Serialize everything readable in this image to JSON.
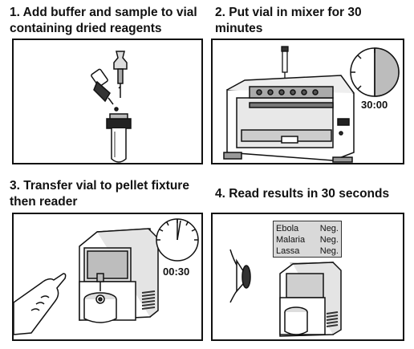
{
  "steps": [
    {
      "title": "1.  Add buffer and sample to vial containing dried reagents"
    },
    {
      "title": "2.  Put vial in mixer for 30 minutes",
      "timer": "30:00"
    },
    {
      "title": "3.  Transfer vial to pellet fixture then reader",
      "timer": "00:30"
    },
    {
      "title": "4.  Read results in 30 seconds"
    }
  ],
  "results": [
    {
      "pathogen": "Ebola",
      "result": "Neg."
    },
    {
      "pathogen": "Malaria",
      "result": "Neg."
    },
    {
      "pathogen": "Lassa",
      "result": "Neg."
    }
  ]
}
